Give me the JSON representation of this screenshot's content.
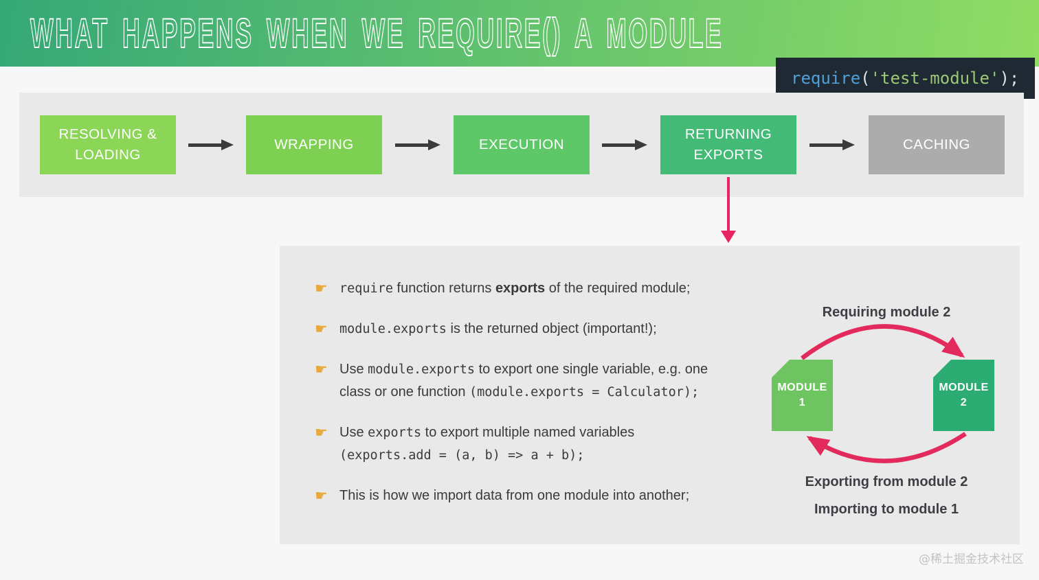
{
  "page": {
    "background": "#f7f7f7",
    "watermark": "@稀土掘金技术社区"
  },
  "header": {
    "title": "WHAT HAPPENS WHEN WE REQUIRE() A MODULE",
    "gradient_left": "#35a877",
    "gradient_right": "#90dc64"
  },
  "code_snippet": {
    "background": "#1e2934",
    "tokens": [
      {
        "text": "require",
        "color": "#4fa0d8"
      },
      {
        "text": "(",
        "color": "#dde3ea"
      },
      {
        "text": "'test-module'",
        "color": "#9cc877"
      },
      {
        "text": ");",
        "color": "#dde3ea"
      }
    ]
  },
  "pipeline": {
    "arrow_color": "#3b3b3b",
    "down_arrow_color": "#e82560",
    "steps": [
      {
        "label": "RESOLVING & LOADING",
        "color": "#8bd557"
      },
      {
        "label": "WRAPPING",
        "color": "#7dd052"
      },
      {
        "label": "EXECUTION",
        "color": "#5ec868"
      },
      {
        "label": "RETURNING EXPORTS",
        "color": "#43bb77"
      },
      {
        "label": "CACHING",
        "color": "#acacac"
      }
    ]
  },
  "details": {
    "bullet_icon": "☛",
    "icon_color": "#e9a83b",
    "bullets": [
      {
        "segments": [
          {
            "text": "require",
            "style": "mono"
          },
          {
            "text": " function returns ",
            "style": "plain"
          },
          {
            "text": "exports",
            "style": "bold"
          },
          {
            "text": " of the required module;",
            "style": "plain"
          }
        ]
      },
      {
        "segments": [
          {
            "text": "module.exports",
            "style": "mono"
          },
          {
            "text": " is the returned object (important!);",
            "style": "plain"
          }
        ]
      },
      {
        "segments": [
          {
            "text": "Use ",
            "style": "plain"
          },
          {
            "text": "module.exports",
            "style": "mono"
          },
          {
            "text": " to export one single variable, e.g. one class or one function ",
            "style": "plain"
          },
          {
            "text": "(module.exports = Calculator);",
            "style": "mono"
          }
        ]
      },
      {
        "segments": [
          {
            "text": "Use ",
            "style": "plain"
          },
          {
            "text": "exports",
            "style": "mono"
          },
          {
            "text": " to export multiple named variables ",
            "style": "plain"
          },
          {
            "text": "(exports.add = (a, b) => a + b);",
            "style": "mono"
          }
        ]
      },
      {
        "segments": [
          {
            "text": "This is how we import data from one module into another;",
            "style": "plain"
          }
        ]
      }
    ]
  },
  "module_diagram": {
    "arrow_color": "#e32a5c",
    "top_label": "Requiring module 2",
    "bottom_label_line1": "Exporting from module 2",
    "bottom_label_line2": "Importing to module 1",
    "module1": {
      "line1": "MODULE",
      "line2": "1",
      "color": "#6ec461"
    },
    "module2": {
      "line1": "MODULE",
      "line2": "2",
      "color": "#2cab72"
    }
  }
}
